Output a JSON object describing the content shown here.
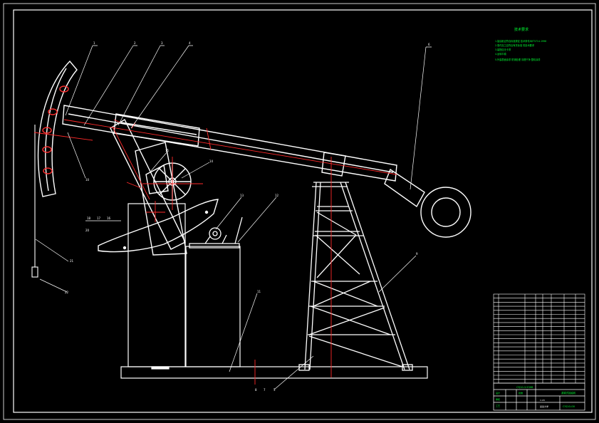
{
  "colors": {
    "background": "#000000",
    "outline": "#ffffff",
    "leader": "#ff2a2a",
    "notes": "#00ff33"
  },
  "notes": {
    "title": "技术要求",
    "lines": [
      "1.抽油机应符合标准规定 技术条件JB/T5714-1996",
      "2.零件加工应符合有关标准 的技术要求",
      "3.装配应无卡滞",
      "4.运转平稳",
      "5.外露表面涂漆 防锈处理 清理干净 整机涂漆"
    ]
  },
  "callouts": {
    "top": [
      "1",
      "2",
      "3",
      "4",
      "6"
    ],
    "mid": [
      "10",
      "15",
      "14",
      "13",
      "12",
      "9",
      "11"
    ],
    "group_left": [
      "18",
      "17",
      "16"
    ],
    "left": [
      "20",
      "21",
      "22"
    ],
    "bottom": [
      "8",
      "7",
      "5"
    ]
  },
  "title_block": {
    "drawing_title": "游梁式抽油机",
    "drawing_no": "CYJ10-3-53HB",
    "school": "某某大学",
    "code": "CYJ10-00",
    "labels": [
      "设计",
      "审核",
      "工艺",
      "批准"
    ],
    "scale": "1:20"
  }
}
